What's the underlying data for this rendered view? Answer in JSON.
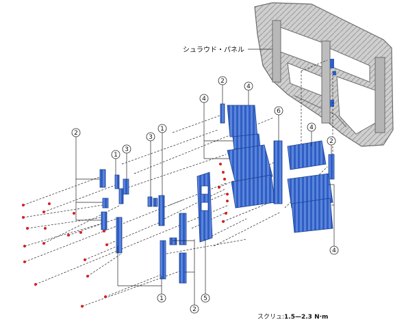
{
  "diagram": {
    "frame_label": "シュラウド・パネル",
    "torque_prefix": "スクリュ:",
    "torque_value": "1.5—2.3 N·m",
    "callouts": [
      "2",
      "4",
      "4",
      "6",
      "4",
      "2",
      "2",
      "1",
      "3",
      "3",
      "1",
      "5",
      "2",
      "1",
      "4"
    ],
    "colors": {
      "part_blue": "#2f5fc4",
      "part_dark": "#1c3f8f",
      "frame_gray": "#c9c9c9",
      "frame_dark": "#7a7a7a",
      "screw_red": "#d62020",
      "leader": "#222222"
    }
  }
}
